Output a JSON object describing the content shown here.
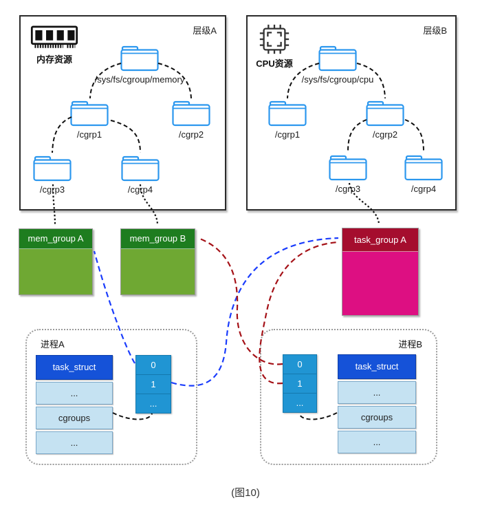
{
  "caption": "(图10)",
  "panel_a": {
    "title": "层级A",
    "resource_label": "内存资源",
    "root_label": "/sys/fs/cgroup/memory",
    "folders": {
      "cgrp1": "/cgrp1",
      "cgrp2": "/cgrp2",
      "cgrp3": "/cgrp3",
      "cgrp4": "/cgrp4"
    }
  },
  "panel_b": {
    "title": "层级B",
    "resource_label": "CPU资源",
    "root_label": "/sys/fs/cgroup/cpu",
    "folders": {
      "cgrp1": "/cgrp1",
      "cgrp2": "/cgrp2",
      "cgrp3": "/cgrp3",
      "cgrp4": "/cgrp4"
    }
  },
  "groups": {
    "mem_a": "mem_group A",
    "mem_b": "mem_group B",
    "task_a": "task_group A"
  },
  "process_a": {
    "title": "进程A",
    "struct_header": "task_struct",
    "rows": [
      "...",
      "cgroups",
      "..."
    ],
    "array": [
      "0",
      "1",
      "..."
    ]
  },
  "process_b": {
    "title": "进程B",
    "struct_header": "task_struct",
    "rows": [
      "...",
      "cgroups",
      "..."
    ],
    "array": [
      "0",
      "1",
      "..."
    ]
  },
  "colors": {
    "folder_blue": "#2b97ee",
    "mem_group_header": "#1e7d1f",
    "mem_group_body": "#6fa833",
    "task_group_header": "#a50d2e",
    "task_group_body": "#dd0f82",
    "struct_header_blue": "#1552d8",
    "struct_row_blue": "#c5e2f2",
    "array_blue": "#2095d3",
    "arrow_blue": "#1a3cfc",
    "arrow_red": "#a51218",
    "arrow_black": "#111111"
  }
}
